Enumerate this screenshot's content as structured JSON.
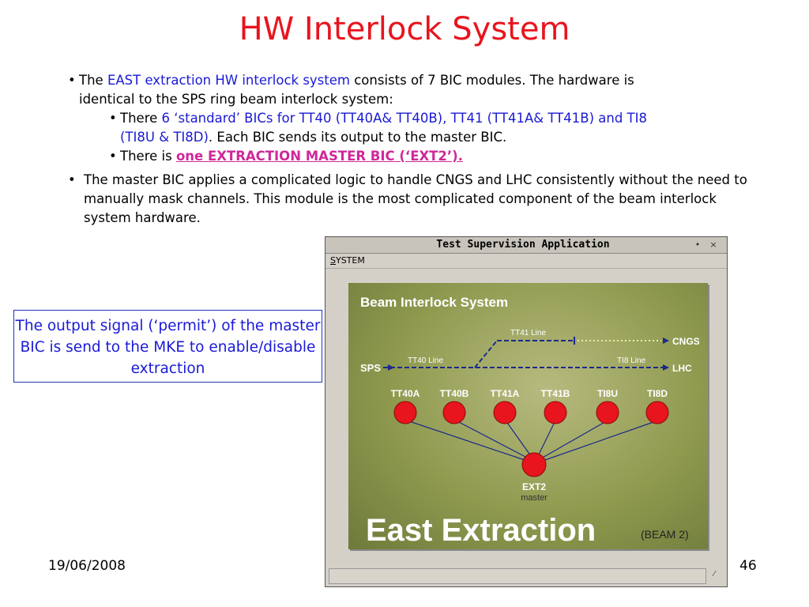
{
  "slide": {
    "title": "HW Interlock System",
    "date": "19/06/2008",
    "page_number": "46"
  },
  "bullets": {
    "b1_pre": "The ",
    "b1_hl": "EAST extraction HW interlock system",
    "b1_post": " consists of 7 BIC modules. The hardware is",
    "b1_line2": "identical to the SPS ring beam interlock system:",
    "b2a_pre": "There ",
    "b2a_hl": "6 ‘standard’ BICs for TT40 (TT40A& TT40B), TT41 (TT41A& TT41B) and TI8",
    "b2a_hl2": "(TI8U & TI8D)",
    "b2a_post": ". Each BIC sends its output to the master BIC.",
    "b2b_pre": "There is ",
    "b2b_hl": "one EXTRACTION MASTER BIC (‘EXT2’).",
    "b3_text": "The master BIC applies a complicated logic to handle CNGS and LHC consistently without the need to manually mask channels. This module is the most complicated component of the beam interlock system hardware."
  },
  "callout": {
    "text": "The output signal (‘permit’) of the master BIC is send to the MKE to enable/disable extraction"
  },
  "window": {
    "title": "Test Supervision Application",
    "menu_system_first": "S",
    "menu_system_rest": "YSTEM",
    "minimize_glyph": "•",
    "close_glyph": "×",
    "resize_glyph": "⁄"
  },
  "diagram": {
    "header": "Beam Interlock System",
    "tt41_line": "TT41 Line",
    "tt40_line": "TT40 Line",
    "ti8_line": "TI8 Line",
    "sps": "SPS",
    "cngs": "CNGS",
    "lhc": "LHC",
    "bics": [
      "TT40A",
      "TT40B",
      "TT41A",
      "TT41B",
      "TI8U",
      "TI8D"
    ],
    "master_name": "EXT2",
    "master_sub": "master",
    "east_extraction": "East Extraction",
    "beam": "(BEAM 2)",
    "colors": {
      "node": "#e8141e",
      "text": "#ffffff",
      "line": "#1c2a8a",
      "dotted": "#e8f0a0"
    }
  }
}
